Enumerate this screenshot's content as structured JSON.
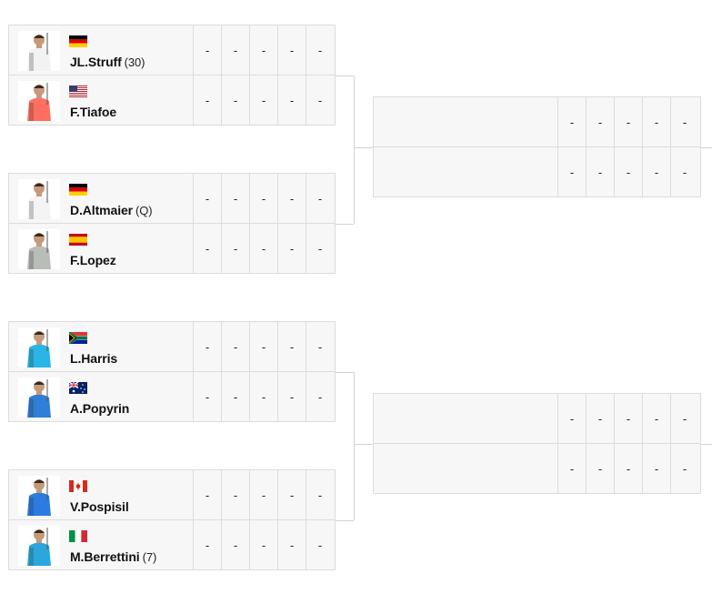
{
  "matches": [
    {
      "players": [
        {
          "name": "JL.Struff",
          "seed": "(30)",
          "country": "germany-flag",
          "shirt": "#f2f2f2",
          "scores": [
            "-",
            "-",
            "-",
            "-",
            "-"
          ]
        },
        {
          "name": "F.Tiafoe",
          "seed": "",
          "country": "usa-flag",
          "shirt": "#ff6f61",
          "scores": [
            "-",
            "-",
            "-",
            "-",
            "-"
          ]
        }
      ]
    },
    {
      "players": [
        {
          "name": "D.Altmaier",
          "seed": "(Q)",
          "country": "germany-flag",
          "shirt": "#f4f4f4",
          "scores": [
            "-",
            "-",
            "-",
            "-",
            "-"
          ]
        },
        {
          "name": "F.Lopez",
          "seed": "",
          "country": "spain-flag",
          "shirt": "#b9bdb8",
          "scores": [
            "-",
            "-",
            "-",
            "-",
            "-"
          ]
        }
      ]
    },
    {
      "players": [
        {
          "name": "L.Harris",
          "seed": "",
          "country": "south-africa-flag",
          "shirt": "#29b6e6",
          "scores": [
            "-",
            "-",
            "-",
            "-",
            "-"
          ]
        },
        {
          "name": "A.Popyrin",
          "seed": "",
          "country": "australia-flag",
          "shirt": "#2f7fd6",
          "scores": [
            "-",
            "-",
            "-",
            "-",
            "-"
          ]
        }
      ]
    },
    {
      "players": [
        {
          "name": "V.Pospisil",
          "seed": "",
          "country": "canada-flag",
          "shirt": "#2b7be0",
          "scores": [
            "-",
            "-",
            "-",
            "-",
            "-"
          ]
        },
        {
          "name": "M.Berrettini",
          "seed": "(7)",
          "country": "italy-flag",
          "shirt": "#2aa7dc",
          "scores": [
            "-",
            "-",
            "-",
            "-",
            "-"
          ]
        }
      ]
    }
  ],
  "next_round": [
    {
      "slots": [
        {
          "scores": [
            "-",
            "-",
            "-",
            "-",
            "-"
          ]
        },
        {
          "scores": [
            "-",
            "-",
            "-",
            "-",
            "-"
          ]
        }
      ]
    },
    {
      "slots": [
        {
          "scores": [
            "-",
            "-",
            "-",
            "-",
            "-"
          ]
        },
        {
          "scores": [
            "-",
            "-",
            "-",
            "-",
            "-"
          ]
        }
      ]
    }
  ],
  "colors": {
    "cell_bg": "#f7f7f7",
    "border": "#dcdcdc",
    "connector": "#d2d2d2"
  }
}
